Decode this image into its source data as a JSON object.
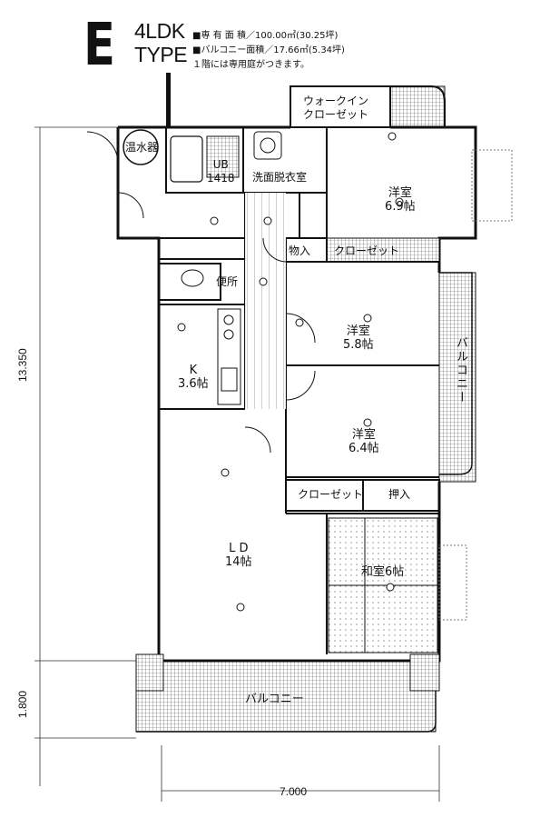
{
  "header": {
    "type_letter": "E",
    "layout": "4LDK",
    "type_name": "TYPE",
    "spec_area": "■専 有 面 積／100.00㎡(30.25坪)",
    "spec_balcony": "■バルコニー面積／17.66㎡(5.34坪)",
    "spec_garden": "１階には専用庭がつきます。"
  },
  "rooms": {
    "walkin_closet_line1": "ウォークイン",
    "walkin_closet_line2": "クローゼット",
    "water_heater": "温水器",
    "ub_line1": "UB",
    "ub_line2": "1418",
    "washroom": "洗面脱衣室",
    "western1_name": "洋室",
    "western1_size": "6.9帖",
    "storage": "物入",
    "closet_top": "クローゼット",
    "toilet": "便所",
    "western2_name": "洋室",
    "western2_size": "5.8帖",
    "kitchen_name": "K",
    "kitchen_size": "3.6帖",
    "western3_name": "洋室",
    "western3_size": "6.4帖",
    "closet_mid": "クローゼット",
    "oshiire": "押入",
    "ld_name": "L D",
    "ld_size": "14帖",
    "japanese": "和室6帖",
    "balcony_right": "バルコニー",
    "balcony_bottom": "バルコニー"
  },
  "dimensions": {
    "height": "13.350",
    "balcony_depth": "1.800",
    "width": "7.000"
  }
}
